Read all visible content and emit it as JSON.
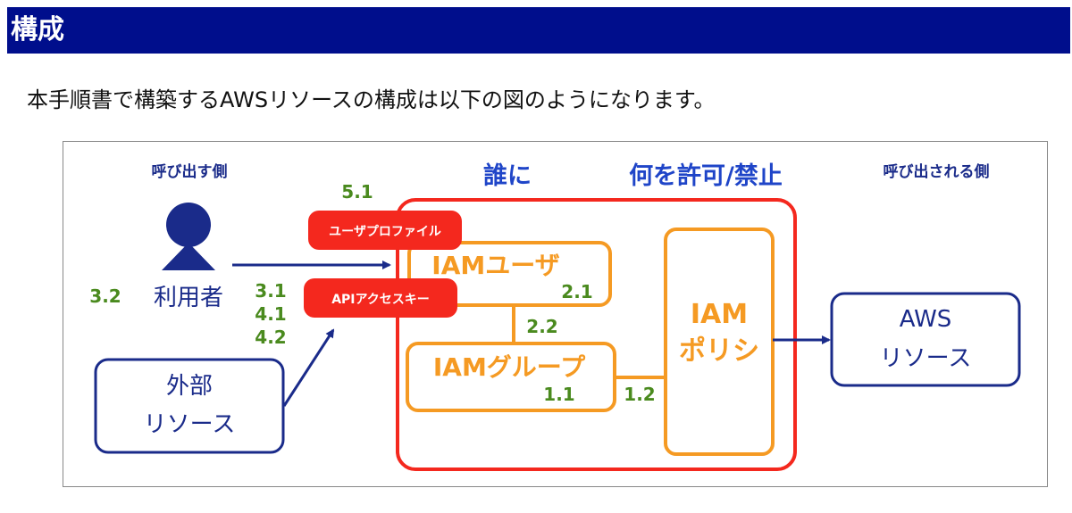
{
  "header": {
    "title": "構成"
  },
  "intro": {
    "text": "本手順書で構築するAWSリソースの構成は以下の図のようになります。"
  },
  "diagram": {
    "caller_heading": "呼び出す側",
    "callee_heading": "呼び出される側",
    "who_label": "誰に",
    "what_label": "何を許可/禁止",
    "user_label": "利用者",
    "external_line1": "外部",
    "external_line2": "リソース",
    "aws_line1": "AWS",
    "aws_line2": "リソース",
    "user_profile": "ユーザプロファイル",
    "api_key": "APIアクセスキー",
    "iam_user": "IAMユーザ",
    "iam_group": "IAMグループ",
    "iam_policy_line1": "IAM",
    "iam_policy_line2": "ポリシ",
    "steps": {
      "s5_1": "5.1",
      "s3_2": "3.2",
      "s3_1": "3.1",
      "s4_1": "4.1",
      "s4_2": "4.2",
      "s2_1": "2.1",
      "s2_2": "2.2",
      "s1_1": "1.1",
      "s1_2": "1.2"
    }
  },
  "colors": {
    "header_bg": "#000e8c",
    "navy": "#1a2b8a",
    "red": "#f4281e",
    "orange": "#f59a23",
    "green": "#4a8a1e"
  }
}
